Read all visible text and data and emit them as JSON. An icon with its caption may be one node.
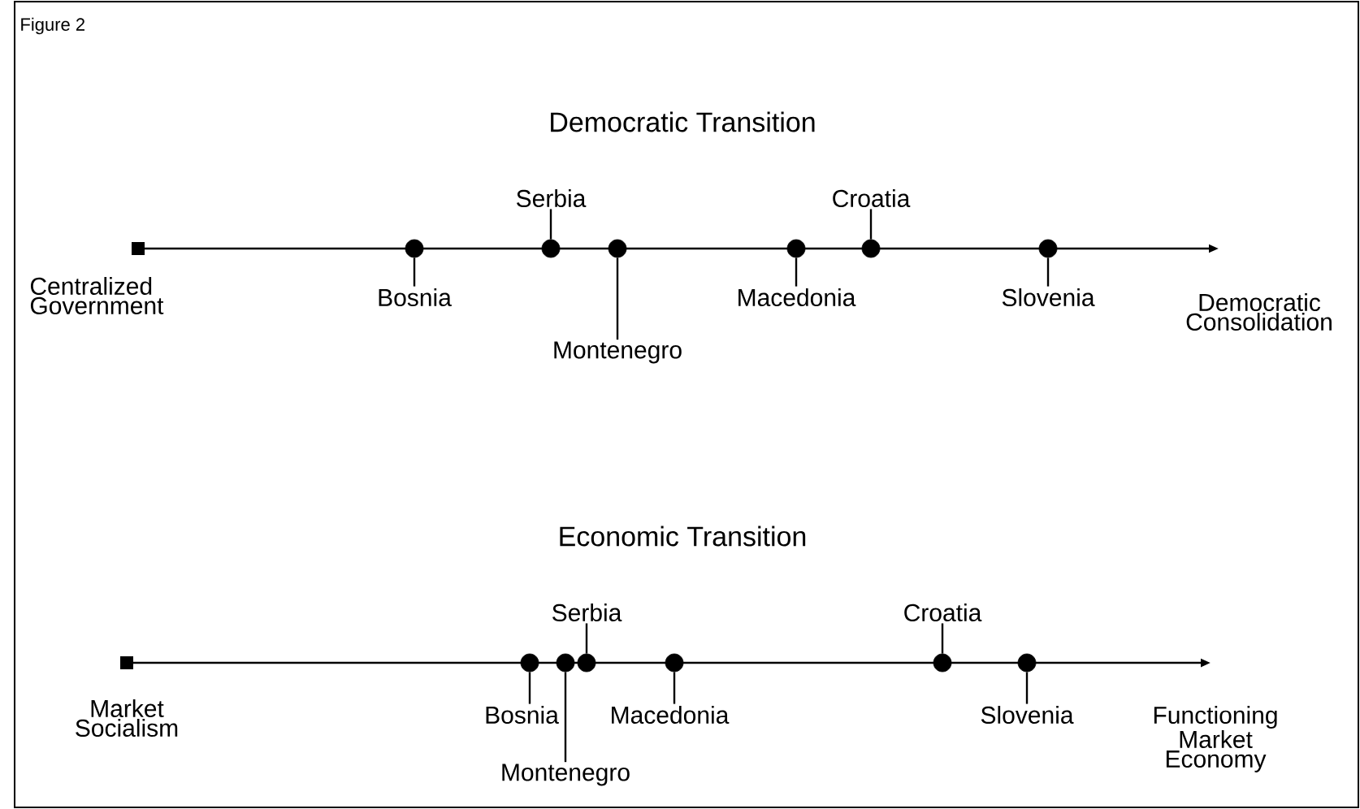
{
  "diagram": {
    "nodes": [
      {
        "text": [
          "Bosnia"
        ]
      },
      {
        "text": [
          "Serbia"
        ]
      },
      {
        "text": [
          "Montenegro"
        ]
      },
      {
        "text": [
          "Macedonia"
        ]
      },
      {
        "text": [
          "Croatia"
        ]
      },
      {
        "text": [
          "Slovenia"
        ]
      },
      {
        "text": [],
        "shape": "circle"
      },
      {
        "text": [],
        "shape": "circle"
      },
      {
        "text": [],
        "shape": "circle"
      },
      {
        "text": [],
        "shape": "circle"
      },
      {
        "text": [],
        "shape": "circle"
      },
      {
        "text": [],
        "shape": "circle"
      },
      {
        "text": [
          "Bosnia"
        ]
      },
      {
        "text": [
          "Montenegro"
        ]
      },
      {
        "text": [
          "Serbia"
        ]
      },
      {
        "text": [
          "Macedonia"
        ]
      },
      {
        "text": [
          "Croatia"
        ]
      },
      {
        "text": [
          "Slovenia"
        ]
      },
      {
        "text": [],
        "shape": "circle"
      },
      {
        "text": [],
        "shape": "circle"
      },
      {
        "text": [],
        "shape": "circle"
      },
      {
        "text": [],
        "shape": "circle"
      },
      {
        "text": [],
        "shape": "circle"
      },
      {
        "text": [],
        "shape": "circle"
      }
    ],
    "edges": [
      {
        "from": 0,
        "to": 6,
        "arrow": "none"
      },
      {
        "from": 1,
        "to": 7,
        "arrow": "none"
      },
      {
        "from": 2,
        "to": 8,
        "arrow": "none"
      },
      {
        "from": 3,
        "to": 9,
        "arrow": "none"
      },
      {
        "from": 4,
        "to": 10,
        "arrow": "none"
      },
      {
        "from": 5,
        "to": 11,
        "arrow": "none"
      },
      {
        "from": 12,
        "to": 18,
        "arrow": "none"
      },
      {
        "from": 13,
        "to": 19,
        "arrow": "none"
      },
      {
        "from": 14,
        "to": 20,
        "arrow": "none"
      },
      {
        "from": 15,
        "to": 21,
        "arrow": "none"
      },
      {
        "from": 16,
        "to": 22,
        "arrow": "none"
      },
      {
        "from": 17,
        "to": 23,
        "arrow": "none"
      }
    ],
    "labels": [
      "Figure 2",
      "Democratic Transition",
      "Centralized Government",
      "Democratic Consolidation",
      "Economic Transition",
      "Market Socialism",
      "Functioning Market Economy"
    ]
  }
}
